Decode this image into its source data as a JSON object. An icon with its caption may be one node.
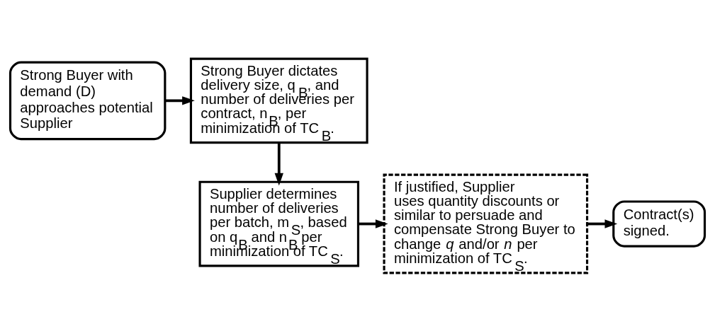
{
  "diagram": {
    "nodes": [
      {
        "text": [
          "Strong Buyer with demand (D) approaches potential Supplier"
        ]
      },
      {
        "text": [
          "Strong Buyer dictates delivery size, q$_{B}$, and number of deliveries per contract, n$_{B}$, per minimization of TC$_{B}$."
        ]
      },
      {
        "text": [
          "Supplier determines number of deliveries per batch, m$_{S}$, based on q$_{B}$ and n$_{B}$ per minimization of TC$_{S}$."
        ]
      },
      {
        "text": [
          "If justified, Supplier uses quantity discounts or similar to persuade and compensate Strong Buyer to change *q* and/or *n* per minimization of TC$_{S}$."
        ]
      },
      {
        "text": [
          "Contract(s) signed."
        ]
      }
    ],
    "edges": [
      {
        "from": 0,
        "to": 1,
        "arrow": "to"
      },
      {
        "from": 1,
        "to": 2,
        "arrow": "to"
      },
      {
        "from": 2,
        "to": 3,
        "arrow": "to"
      },
      {
        "from": 3,
        "to": 4,
        "arrow": "to"
      }
    ]
  }
}
